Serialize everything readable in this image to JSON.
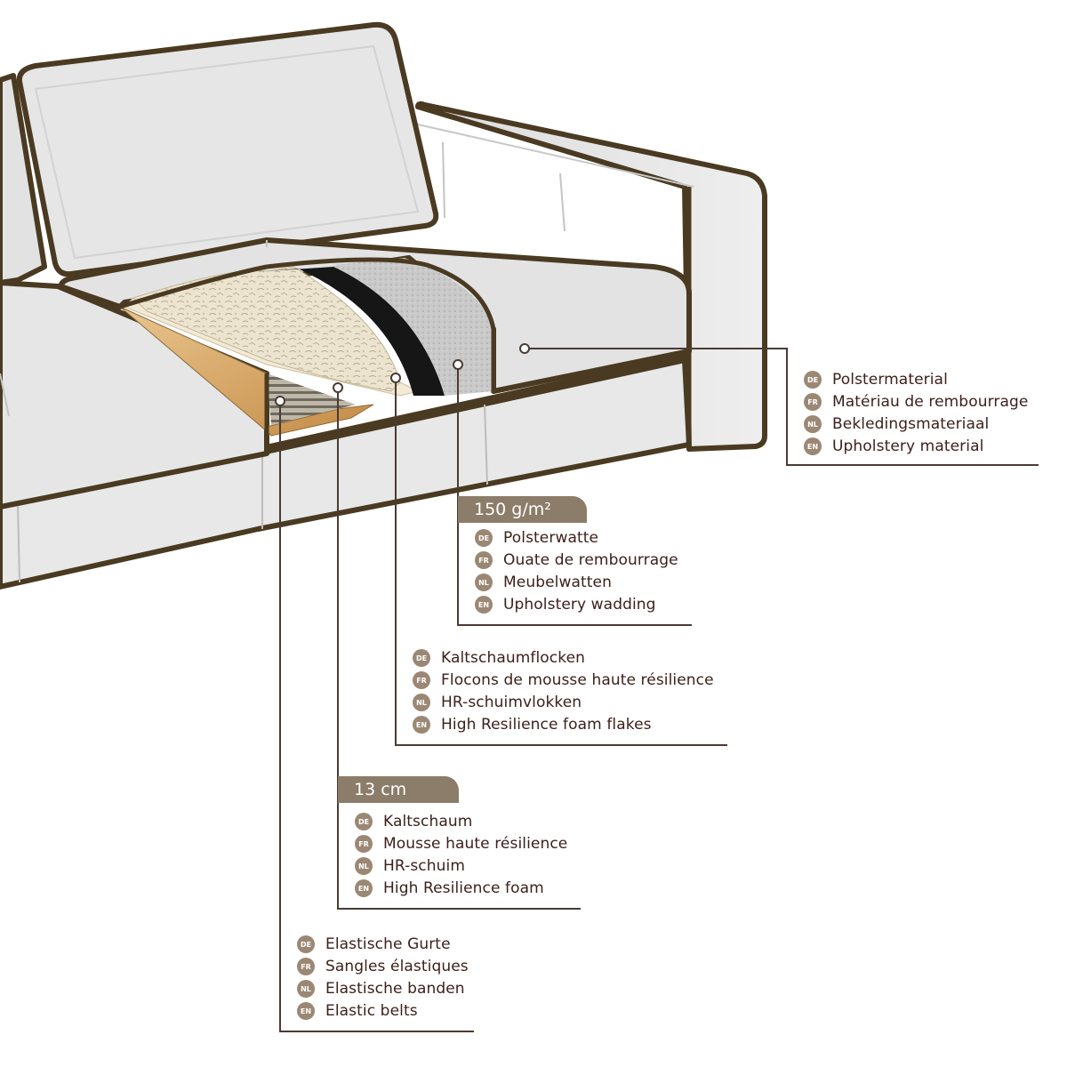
{
  "callouts": [
    {
      "id": "upholstery",
      "title": "",
      "items": [
        {
          "lang": "DE",
          "text": "Polstermaterial"
        },
        {
          "lang": "FR",
          "text": "Matériau de rembourrage"
        },
        {
          "lang": "NL",
          "text": "Bekledingsmateriaal"
        },
        {
          "lang": "EN",
          "text": "Upholstery material"
        }
      ]
    },
    {
      "id": "wadding",
      "title": "150 g/m²",
      "items": [
        {
          "lang": "DE",
          "text": "Polsterwatte"
        },
        {
          "lang": "FR",
          "text": "Ouate de rembourrage"
        },
        {
          "lang": "NL",
          "text": "Meubelwatten"
        },
        {
          "lang": "EN",
          "text": "Upholstery wadding"
        }
      ]
    },
    {
      "id": "foam-flakes",
      "title": "",
      "items": [
        {
          "lang": "DE",
          "text": "Kaltschaumflocken"
        },
        {
          "lang": "FR",
          "text": "Flocons de mousse haute résilience"
        },
        {
          "lang": "NL",
          "text": "HR-schuimvlokken"
        },
        {
          "lang": "EN",
          "text": "High Resilience foam flakes"
        }
      ]
    },
    {
      "id": "hr-foam",
      "title": "13 cm",
      "items": [
        {
          "lang": "DE",
          "text": "Kaltschaum"
        },
        {
          "lang": "FR",
          "text": "Mousse haute résilience"
        },
        {
          "lang": "NL",
          "text": "HR-schuim"
        },
        {
          "lang": "EN",
          "text": "High Resilience foam"
        }
      ]
    },
    {
      "id": "elastic-belts",
      "title": "",
      "items": [
        {
          "lang": "DE",
          "text": "Elastische Gurte"
        },
        {
          "lang": "FR",
          "text": "Sangles élastiques"
        },
        {
          "lang": "NL",
          "text": "Elastische banden"
        },
        {
          "lang": "EN",
          "text": "Elastic belts"
        }
      ]
    }
  ],
  "colors": {
    "outline": "#4a3a22",
    "fabric": "#e6e6e6",
    "leader": "#4a3b33",
    "badge": "#9b8874",
    "title_bar": "#8c7c6a",
    "text": "#3b1f1a"
  }
}
